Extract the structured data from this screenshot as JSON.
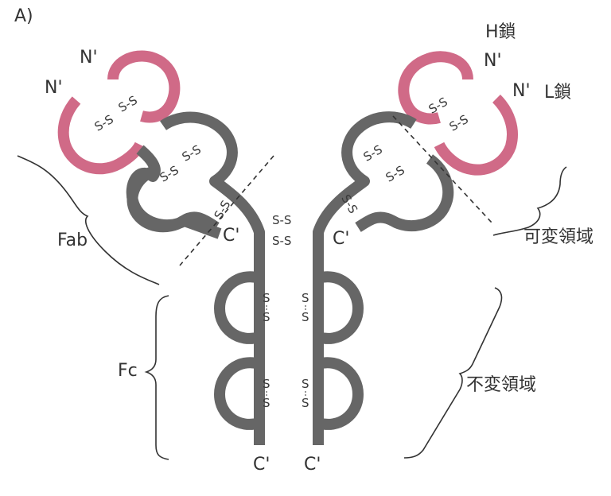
{
  "panel_label": "A)",
  "heavy_chain_label": "H鎖",
  "light_chain_label": "L鎖",
  "n_terminus": "N'",
  "c_terminus": "C'",
  "disulfide_label": "S-S",
  "sulfur_label": "S",
  "fab_label": "Fab",
  "fc_label": "Fc",
  "variable_region_label": "可変領域",
  "constant_region_label": "不変領域",
  "colors": {
    "constant_chain": "#666666",
    "variable_chain": "#d06a87",
    "text": "#333333"
  }
}
